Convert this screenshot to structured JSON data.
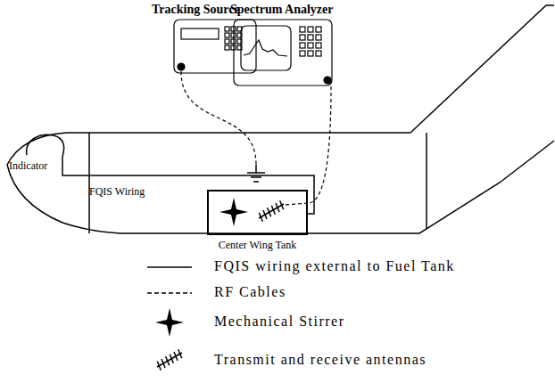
{
  "diagram": {
    "nodes": [
      {
        "text": [
          "Tracking Source"
        ]
      },
      {
        "text": [
          "Spectrum Analyzer"
        ]
      },
      {
        "text": [
          "Center Wing Tank"
        ]
      }
    ],
    "edges": [
      {
        "from": 1,
        "to": 2,
        "arrow": "none"
      }
    ],
    "labels": [
      "Indicator",
      "FQIS Wiring"
    ],
    "legend": [
      {
        "text": "FQIS wiring external to Fuel Tank"
      },
      {
        "text": "RF Cables"
      },
      {
        "text": "Mechanical Stirrer"
      },
      {
        "text": "Transmit and receive antennas"
      }
    ]
  }
}
